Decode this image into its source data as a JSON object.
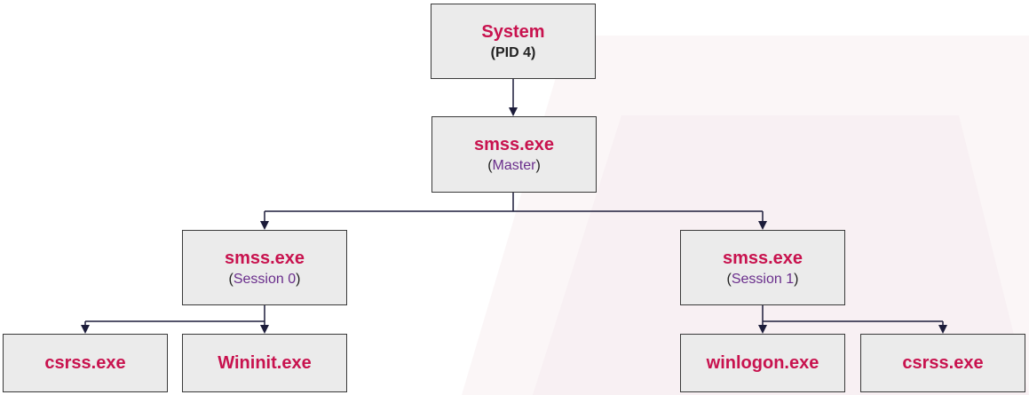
{
  "colors": {
    "process_name": "#c8124e",
    "session_label": "#6a2e8c",
    "box_fill": "#ebebeb",
    "box_border": "#3a3a3a",
    "connector": "#1c1c3a",
    "background": "#ffffff"
  },
  "nodes": {
    "system": {
      "name": "System",
      "sub": "PID 4"
    },
    "master": {
      "name": "smss.exe",
      "sub": "Master"
    },
    "session0": {
      "name": "smss.exe",
      "sub": "Session 0"
    },
    "session1": {
      "name": "smss.exe",
      "sub": "Session 1"
    },
    "csrss0": {
      "name": "csrss.exe"
    },
    "wininit": {
      "name": "Wininit.exe"
    },
    "winlogon": {
      "name": "winlogon.exe"
    },
    "csrss1": {
      "name": "csrss.exe"
    }
  },
  "edges": [
    {
      "from": "system",
      "to": "master"
    },
    {
      "from": "master",
      "to": "session0"
    },
    {
      "from": "master",
      "to": "session1"
    },
    {
      "from": "session0",
      "to": "csrss0"
    },
    {
      "from": "session0",
      "to": "wininit"
    },
    {
      "from": "session1",
      "to": "winlogon"
    },
    {
      "from": "session1",
      "to": "csrss1"
    }
  ]
}
